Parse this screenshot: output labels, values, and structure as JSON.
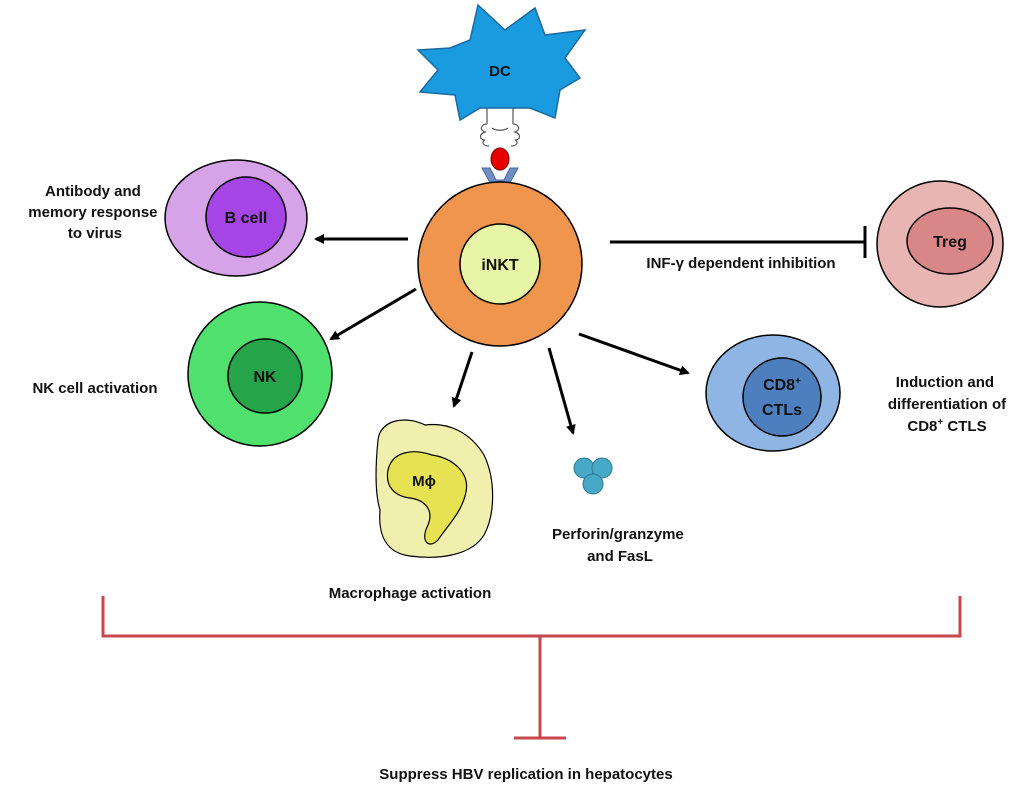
{
  "cells": {
    "dc": "DC",
    "inkt": "iNKT",
    "bcell": "B cell",
    "nk": "NK",
    "treg": "Treg",
    "cd8_line1": "CD8",
    "cd8_sup": "+",
    "cd8_line2": "CTLs",
    "macrophage": "Mϕ"
  },
  "labels": {
    "antibody": [
      "Antibody and",
      "memory response",
      "to virus"
    ],
    "nk_activation": "NK cell activation",
    "inf_inhibition": "INF-γ dependent inhibition",
    "induction": [
      "Induction and",
      "differentiation of"
    ],
    "induction_last_pre": "CD8",
    "induction_last_sup": "+",
    "induction_last_post": " CTLS",
    "perforin": [
      "Perforin/granzyme",
      "and FasL"
    ],
    "macrophage_activation": "Macrophage activation",
    "suppress": "Suppress HBV replication in hepatocytes"
  },
  "colors": {
    "dc": "#1a9be0",
    "inkt_outer": "#f0954e",
    "inkt_inner": "#e7f5a6",
    "bcell_outer": "#d6a3e8",
    "bcell_inner": "#a545e6",
    "nk_outer": "#4fe06e",
    "nk_inner": "#26a44a",
    "treg_outer": "#e9b5b3",
    "treg_inner": "#d98786",
    "cd8_outer": "#8fb5e5",
    "cd8_inner": "#4d7fbf",
    "mac_outer": "#f1efae",
    "mac_inner": "#e6e251",
    "granule": "#48a8c7",
    "receptor": "#6d8fc4",
    "antigen": "#e60000",
    "bracket": "#c8474e"
  }
}
